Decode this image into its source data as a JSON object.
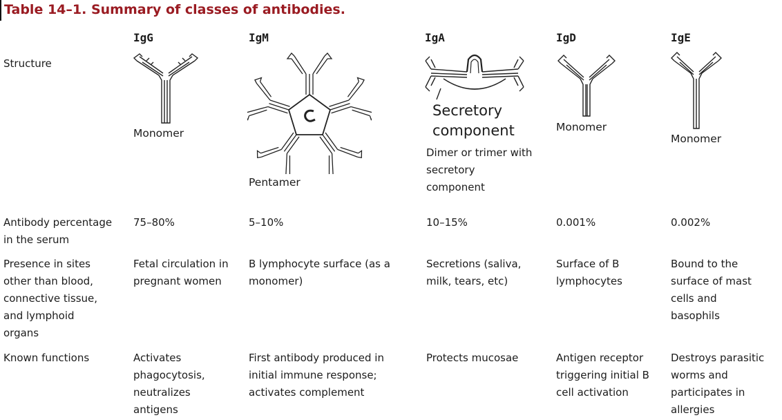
{
  "title": "Table 14–1. Summary of classes of antibodies.",
  "columns": [
    "IgG",
    "IgM",
    "IgA",
    "IgD",
    "IgE"
  ],
  "row_labels": {
    "structure": "Structure",
    "percentage": [
      "Antibody percentage",
      "in the serum"
    ],
    "presence": [
      "Presence in sites",
      "other than blood,",
      "connective tissue,",
      "and lymphoid",
      "organs"
    ],
    "functions": "Known functions"
  },
  "structure": {
    "igg": "Monomer",
    "igm": "Pentamer",
    "iga_label": [
      "Secretory",
      "component"
    ],
    "iga": [
      "Dimer or trimer with",
      "secretory",
      "component"
    ],
    "igd": "Monomer",
    "ige": "Monomer"
  },
  "percentage": [
    "75–80%",
    "5–10%",
    "10–15%",
    "0.001%",
    "0.002%"
  ],
  "presence": {
    "igg": [
      "Fetal circulation in",
      "pregnant women"
    ],
    "igm": [
      "B lymphocyte surface (as a",
      "monomer)"
    ],
    "iga": [
      "Secretions (saliva,",
      "milk, tears, etc)"
    ],
    "igd": [
      "Surface of B",
      "lymphocytes"
    ],
    "ige": [
      "Bound to the",
      "surface of mast",
      "cells and",
      "basophils"
    ]
  },
  "functions": {
    "igg": [
      "Activates",
      "phagocytosis,",
      "neutralizes",
      "antigens"
    ],
    "igm": [
      "First antibody produced in",
      "initial immune response;",
      "activates complement"
    ],
    "iga": "Protects mucosae",
    "igd": [
      "Antigen receptor",
      "triggering initial B",
      "cell activation"
    ],
    "ige": [
      "Destroys parasitic",
      "worms and",
      "participates in",
      "allergies"
    ]
  }
}
